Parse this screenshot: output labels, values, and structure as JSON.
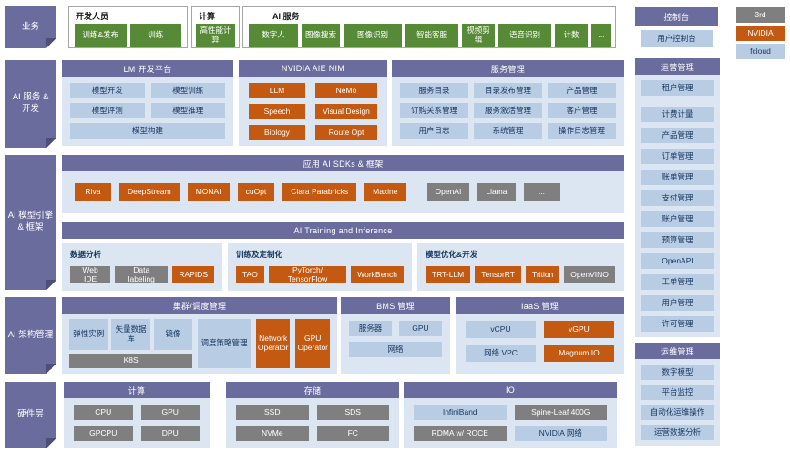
{
  "side_labels": [
    "业务",
    "AI 服务 & 开发",
    "AI 模型引擎 & 框架",
    "AI 架构管理",
    "硬件层"
  ],
  "top": {
    "dev": {
      "title": "开发人员",
      "items": [
        "训练&发布",
        "训练"
      ]
    },
    "compute": {
      "title": "计算",
      "items": [
        "高性能计算"
      ]
    },
    "ai_services": {
      "title": "AI 服务",
      "items": [
        "数字人",
        "图像搜索",
        "图像识别",
        "智能客服",
        "视频剪辑",
        "语音识别",
        "计数",
        "..."
      ]
    },
    "console": {
      "title": "控制台",
      "items": [
        "用户控制台"
      ]
    }
  },
  "legend": [
    {
      "label": "3rd",
      "style": "gray"
    },
    {
      "label": "NVIDIA",
      "style": "orange"
    },
    {
      "label": "fcloud",
      "style": "lightblue"
    }
  ],
  "panels": {
    "lm": {
      "title": "LM 开发平台",
      "items": [
        "模型开发",
        "模型训练",
        "模型评测",
        "模型推理",
        "模型构建"
      ]
    },
    "nim": {
      "title": "NVIDIA AIE NIM",
      "items": [
        "LLM",
        "NeMo",
        "Speech",
        "Visual Design",
        "Biology",
        "Route Opt"
      ]
    },
    "service_mgmt": {
      "title": "服务管理",
      "items": [
        "服务目录",
        "目录发布管理",
        "产品管理",
        "订购关系管理",
        "服务激活管理",
        "客户管理",
        "用户日志",
        "系统管理",
        "操作日志管理"
      ]
    },
    "sdks": {
      "title": "应用 AI SDKs & 框架",
      "items": [
        {
          "label": "Riva",
          "style": "orange"
        },
        {
          "label": "DeepStream",
          "style": "orange"
        },
        {
          "label": "MONAI",
          "style": "orange"
        },
        {
          "label": "cuOpt",
          "style": "orange"
        },
        {
          "label": "Clara Parabricks",
          "style": "orange"
        },
        {
          "label": "Maxine",
          "style": "orange"
        },
        {
          "label": "OpenAI",
          "style": "gray"
        },
        {
          "label": "Llama",
          "style": "gray"
        },
        {
          "label": "...",
          "style": "gray"
        }
      ]
    },
    "training": {
      "title": "AI Training and Inference",
      "groups": [
        {
          "label": "数据分析",
          "items": [
            {
              "label": "Web IDE",
              "style": "gray"
            },
            {
              "label": "Data labeling",
              "style": "gray"
            },
            {
              "label": "RAPIDS",
              "style": "orange"
            }
          ]
        },
        {
          "label": "训练及定制化",
          "items": [
            {
              "label": "TAO",
              "style": "orange"
            },
            {
              "label": "PyTorch/ TensorFlow",
              "style": "orange"
            },
            {
              "label": "WorkBench",
              "style": "orange"
            }
          ]
        },
        {
          "label": "模型优化&开发",
          "items": [
            {
              "label": "TRT-LLM",
              "style": "orange"
            },
            {
              "label": "TensorRT",
              "style": "orange"
            },
            {
              "label": "Trition",
              "style": "orange"
            },
            {
              "label": "OpenVINO",
              "style": "gray"
            }
          ]
        }
      ]
    },
    "cluster": {
      "title": "集群/调度管理",
      "row_items": [
        "弹性实例",
        "矢量数据库",
        "镜像"
      ],
      "k8s": "K8S",
      "sched": "调度策略管理",
      "operators": [
        "Network Operator",
        "GPU Operator"
      ]
    },
    "bms": {
      "title": "BMS 管理",
      "items": [
        "服务器",
        "GPU",
        "网络"
      ]
    },
    "iaas": {
      "title": "IaaS 管理",
      "items": [
        {
          "label": "vCPU",
          "style": "lightblue"
        },
        {
          "label": "vGPU",
          "style": "orange"
        },
        {
          "label": "网络 VPC",
          "style": "lightblue"
        },
        {
          "label": "Magnum IO",
          "style": "orange"
        }
      ]
    },
    "hw_compute": {
      "title": "计算",
      "items": [
        "CPU",
        "GPU",
        "GPCPU",
        "DPU"
      ]
    },
    "hw_storage": {
      "title": "存储",
      "items": [
        "SSD",
        "SDS",
        "NVMe",
        "FC"
      ]
    },
    "hw_io": {
      "title": "IO",
      "items": [
        {
          "label": "InfiniBand",
          "style": "lightblue"
        },
        {
          "label": "Spine-Leaf 400G",
          "style": "gray"
        },
        {
          "label": "RDMA w/ ROCE",
          "style": "gray"
        },
        {
          "label": "NVIDIA 网络",
          "style": "lightblue"
        }
      ]
    }
  },
  "right": {
    "ops": {
      "title": "运营管理",
      "items": [
        "租户管理",
        "计费计量",
        "产品管理",
        "订单管理",
        "账单管理",
        "支付管理",
        "账户管理",
        "预算管理",
        "OpenAPI",
        "工单管理",
        "用户管理",
        "许可管理"
      ]
    },
    "maint": {
      "title": "运维管理",
      "items": [
        "数字模型",
        "平台监控",
        "自动化运维操作",
        "运营数据分析"
      ]
    }
  },
  "colors": {
    "purple": "#6b6c9e",
    "green": "#568a36",
    "orange": "#c45911",
    "gray": "#7f7f7f",
    "lightblue": "#b8cce4",
    "panel_bg": "#dce6f2"
  }
}
